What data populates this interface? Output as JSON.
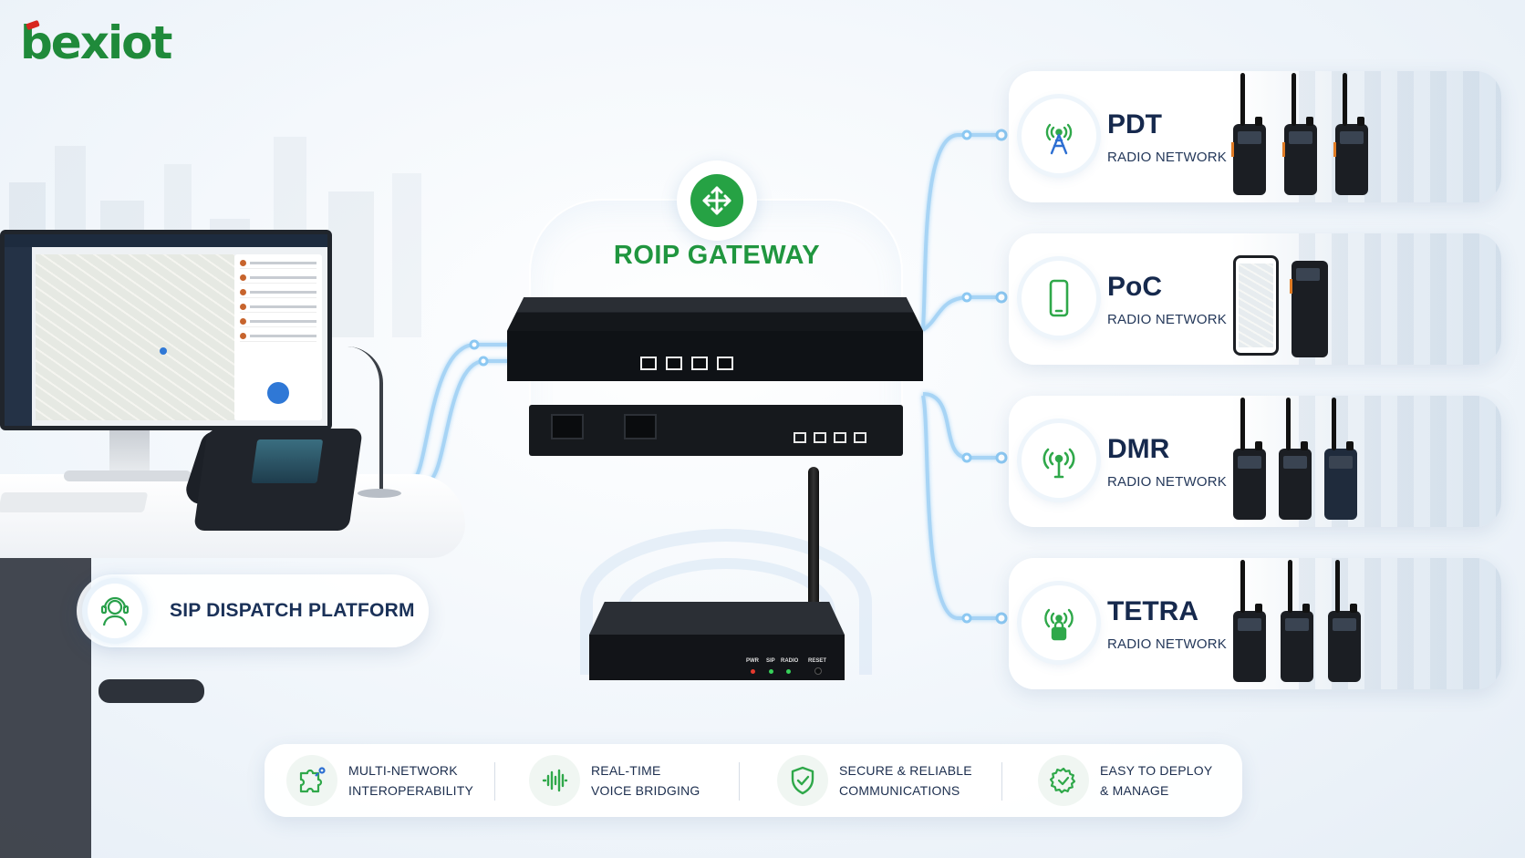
{
  "brand": {
    "logo_text": "bexiot",
    "primary_color": "#1f8a3a",
    "accent_color": "#d8261f"
  },
  "dispatch": {
    "label": "SIP DISPATCH PLATFORM",
    "icon": "operator-headset-icon"
  },
  "gateway": {
    "title": "ROIP GATEWAY",
    "icon": "four-way-arrows-icon",
    "title_color": "#20963f"
  },
  "radio_unit": {
    "leds": [
      "PWR",
      "SIP",
      "RADIO"
    ],
    "reset_label": "RESET"
  },
  "networks": [
    {
      "name": "PDT",
      "subtitle": "RADIO NETWORK",
      "icon": "radio-tower-icon"
    },
    {
      "name": "PoC",
      "subtitle": "RADIO NETWORK",
      "icon": "smartphone-icon"
    },
    {
      "name": "DMR",
      "subtitle": "RADIO NETWORK",
      "icon": "broadcast-antenna-icon"
    },
    {
      "name": "TETRA",
      "subtitle": "RADIO NETWORK",
      "icon": "secure-tower-icon"
    }
  ],
  "features": [
    {
      "line1": "MULTI-NETWORK",
      "line2": "INTEROPERABILITY",
      "icon": "puzzle-network-icon"
    },
    {
      "line1": "REAL-TIME",
      "line2": "VOICE BRIDGING",
      "icon": "voice-wave-icon"
    },
    {
      "line1": "SECURE & RELIABLE",
      "line2": "COMMUNICATIONS",
      "icon": "shield-check-icon"
    },
    {
      "line1": "EASY TO DEPLOY",
      "line2": "& MANAGE",
      "icon": "gear-check-icon"
    }
  ]
}
